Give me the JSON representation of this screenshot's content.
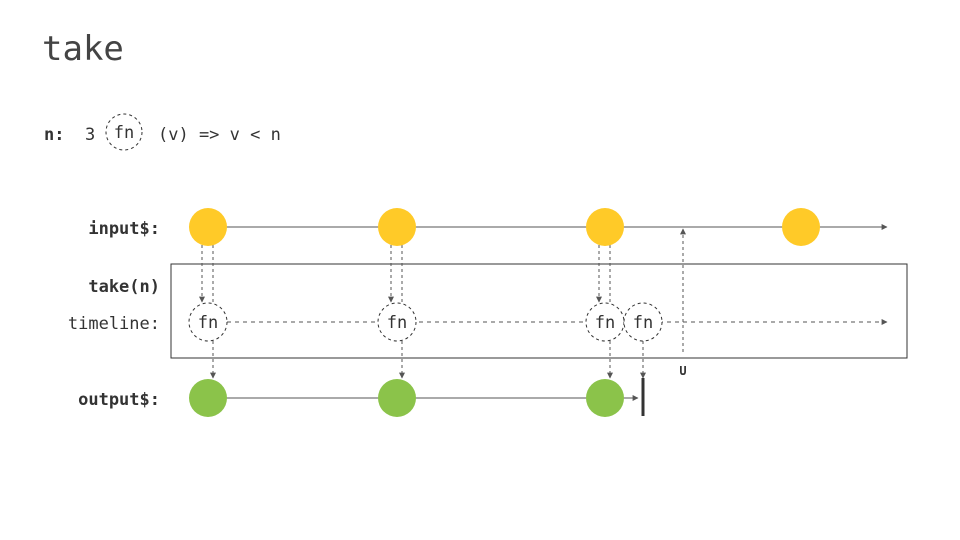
{
  "title": "take",
  "params": {
    "n_label": "n:",
    "n_value": "3",
    "fn_label": "fn",
    "fn_expr": "(v) => v < n"
  },
  "rows": {
    "input": "input$:",
    "operator": "take(n)",
    "timeline": "timeline:",
    "output": "output$:"
  },
  "fn_node_label": "fn",
  "unsubscribe_label": "U",
  "colors": {
    "input_marble": "#FFCA28",
    "output_marble": "#8BC34A",
    "line": "#555555",
    "text": "#333333"
  }
}
